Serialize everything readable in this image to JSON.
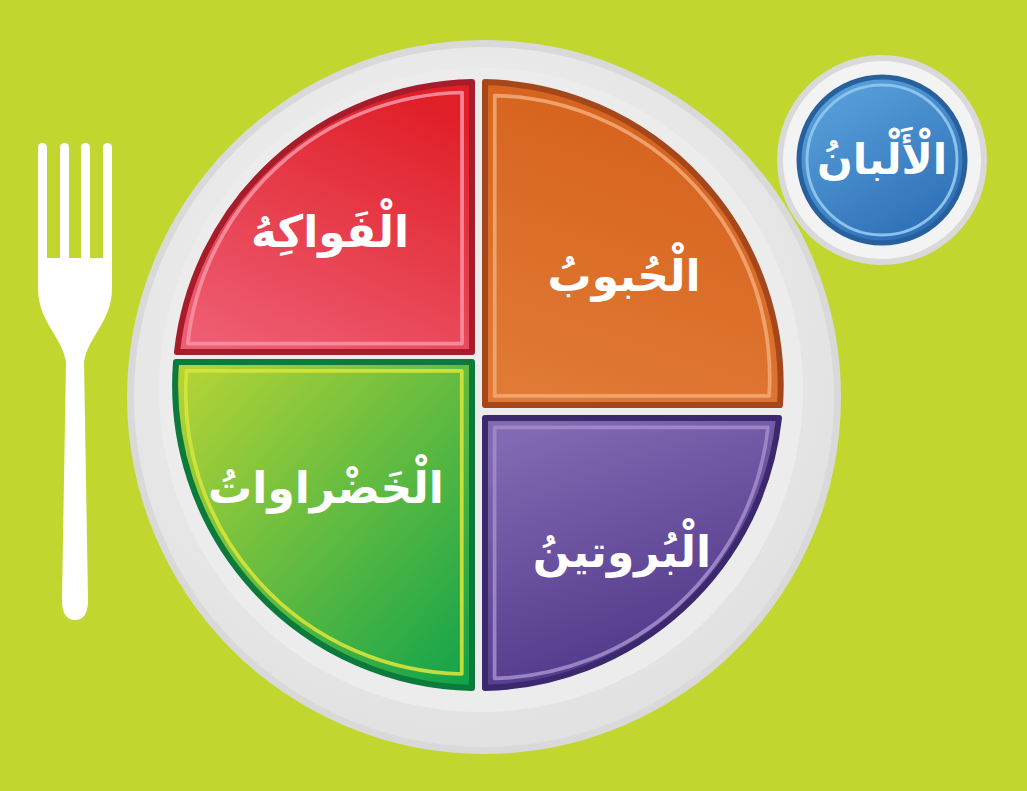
{
  "diagram": {
    "nodes": [
      {
        "text": [
          "الْفَواكِهُ"
        ]
      },
      {
        "text": [
          "الْحُبوبُ"
        ]
      },
      {
        "text": [
          "الْخَضْراواتُ"
        ]
      },
      {
        "text": [
          "الْبُروتينُ"
        ]
      },
      {
        "text": [
          "الْأَلْبانُ"
        ]
      }
    ]
  }
}
